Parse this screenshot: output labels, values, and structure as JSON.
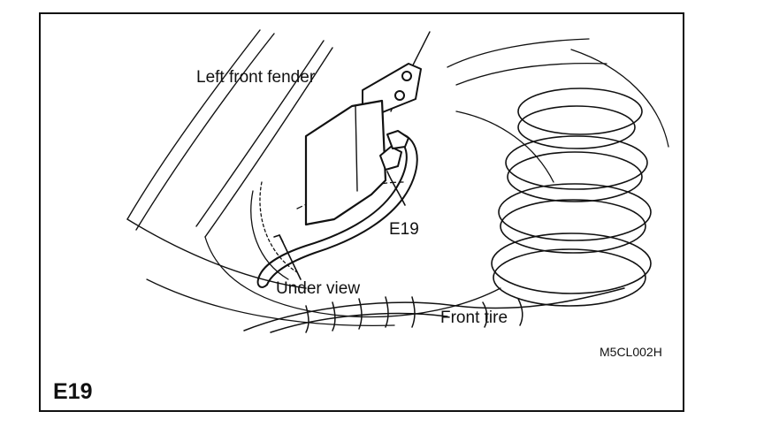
{
  "labels": {
    "fender": "Left front fender",
    "connector": "E19",
    "under_view": "Under view",
    "tire": "Front tire"
  },
  "figure_code": "M5CL002H",
  "title": "E19"
}
